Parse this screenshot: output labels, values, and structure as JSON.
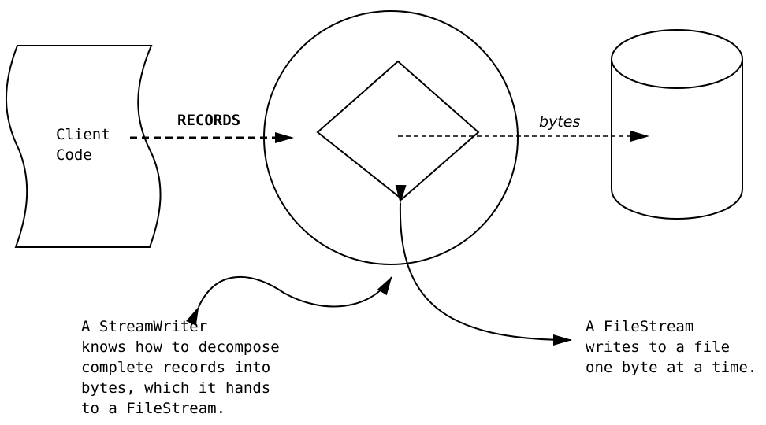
{
  "client": {
    "line1": "Client",
    "line2": "Code"
  },
  "records_label": "RECORDS",
  "bytes_label": "bytes",
  "streamwriter_note": [
    "A StreamWriter",
    "knows how to decompose",
    "complete records into",
    "bytes, which it hands",
    "to a FileStream."
  ],
  "filestream_note": [
    "A FileStream",
    "writes to a file",
    "one byte at a time."
  ]
}
